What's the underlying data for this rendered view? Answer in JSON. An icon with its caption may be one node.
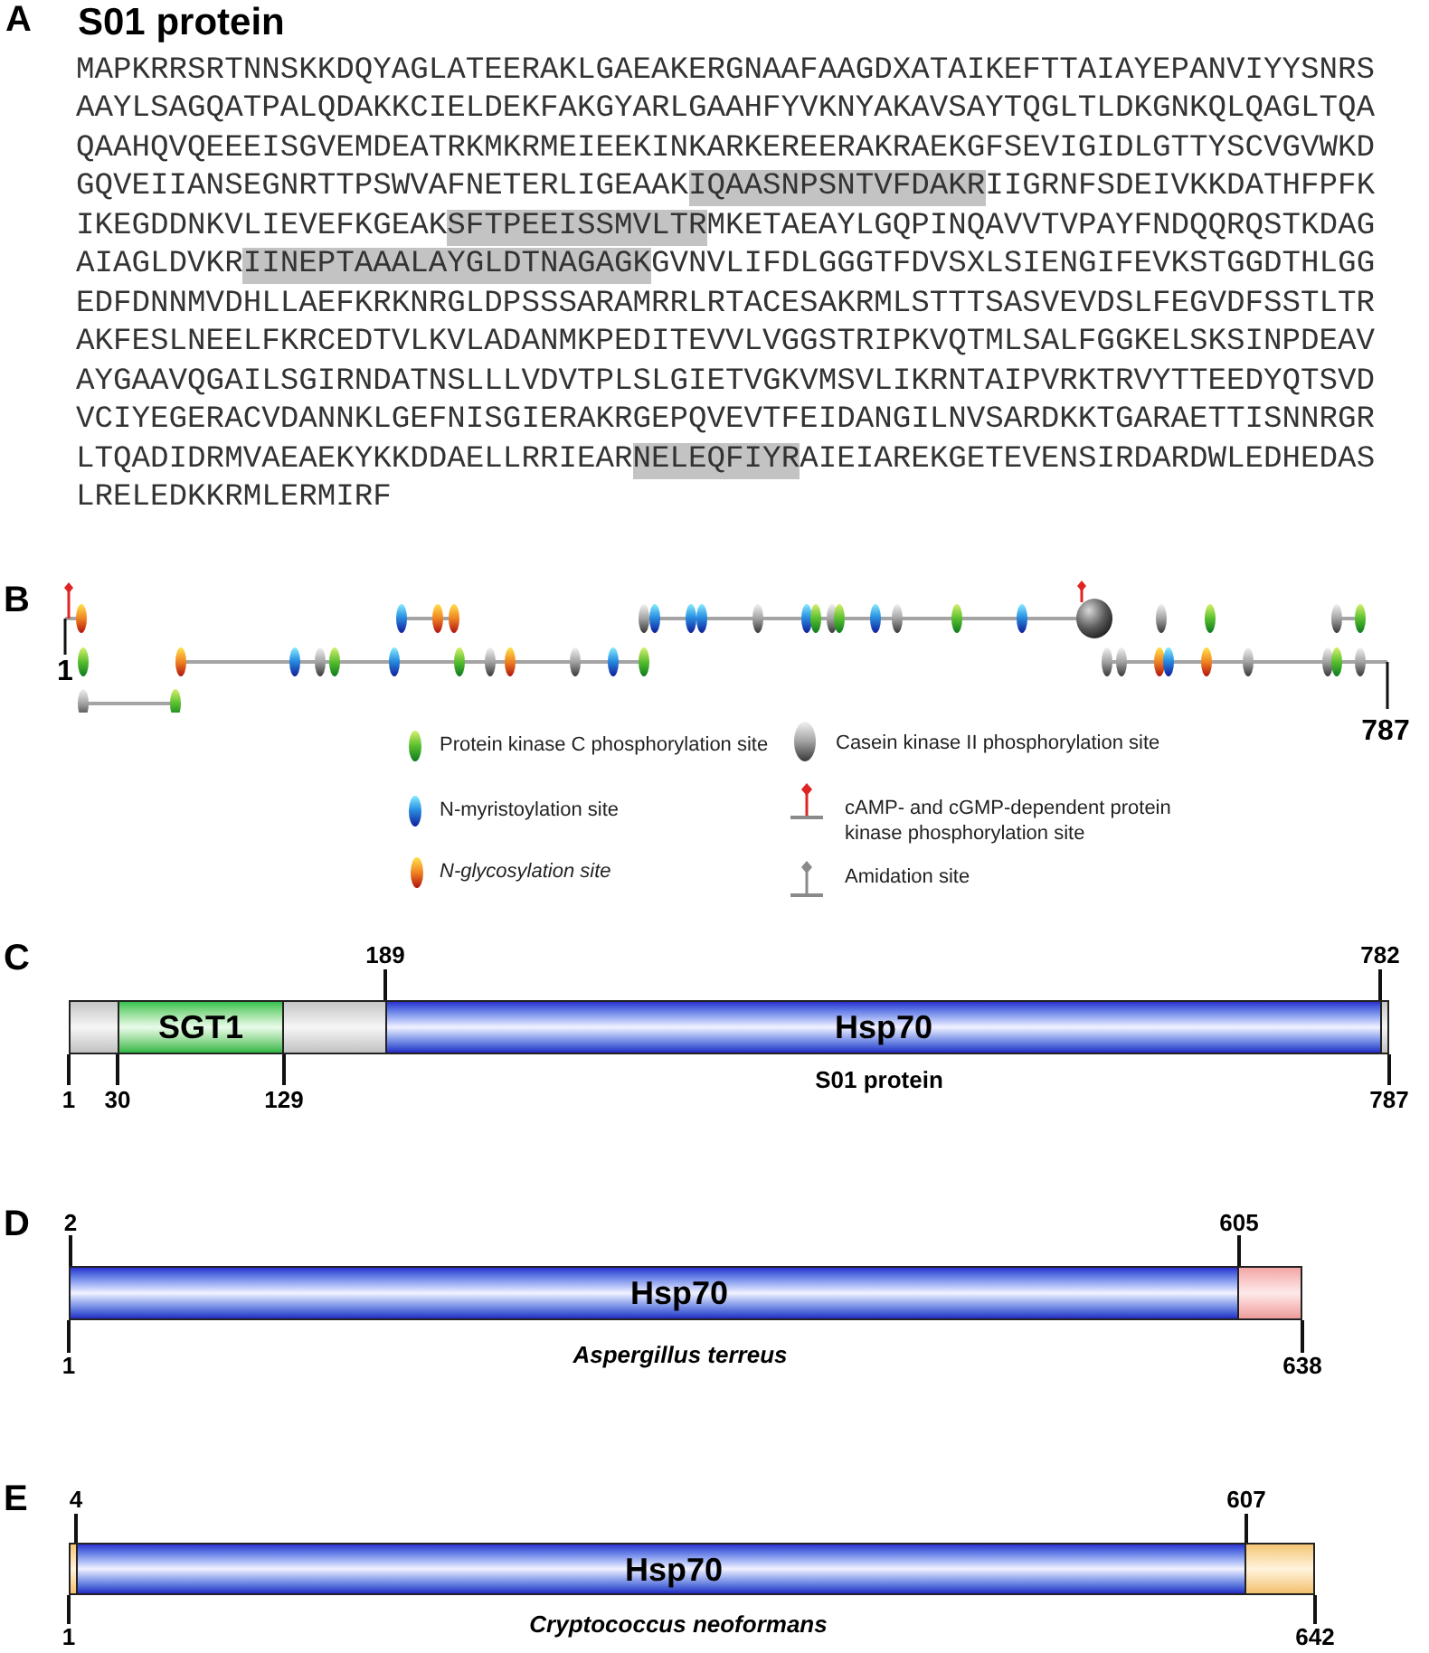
{
  "diagram": {
    "title": "S01 protein",
    "nodes": [
      {
        "text": [
          "IQAASNPSNTVFDAKR"
        ]
      },
      {
        "text": [
          "SFTPEEISSMVLTR"
        ]
      },
      {
        "text": [
          "IINEPTAAALAYGLDTNAGAGK"
        ]
      },
      {
        "text": [
          "NELEQFIYR"
        ]
      },
      {
        "text": [],
        "shape": "bar",
        "beside": [
          "S01 protein"
        ]
      },
      {
        "text": [
          "SGT1"
        ],
        "in": 4
      },
      {
        "text": [
          "Hsp70"
        ],
        "in": 4
      },
      {
        "text": [],
        "shape": "bar",
        "beside": [
          "Aspergillus terreus"
        ]
      },
      {
        "text": [
          "Hsp70"
        ],
        "in": 7
      },
      {
        "text": [],
        "shape": "bar",
        "beside": [
          "Cryptococcus neoformans"
        ]
      },
      {
        "text": [
          "Hsp70"
        ],
        "in": 9
      }
    ],
    "labels": [
      "A",
      "MAPKRRSRTNNSKKDQYAGLATEERAKLGAEAKERGNAAFAAGDXATAIKEFTTAIAYEPANVIYYSNRS",
      "AAYLSAGQATPALQDAKKCIELDEKFAKGYARLGAAHFYVKNYAKAVSAYTQGLTLDKGNKQLQAGLTQA",
      "QAAHQVQEEEISGVEMDEATRKMKRMEIEEKINKARKEREERAKRAEKGFSEVIGIDLGTTYSCVGVWKD",
      "GQVEIIANSEGNRTTPSWVAFNETERLIGEAAK",
      "IIGRNFSDEIVKKDATHFPFK",
      "IKEGDDNKVLIEVEFKGEAK",
      "MKETAEAYLGQPINQAVVTVPAYFNDQQRQSTKDAG",
      "AIAGLDVKR",
      "GVNVLIFDLGGGTFDVSXLSIENGIFEVKSTGGDTHLGG",
      "EDFDNNMVDHLLAEFKRKNRGLDPSSSARAMRRLRTACESAKRMLSTTTSASVEVDSLFEGVDFSSTLTR",
      "AKFESLNEELFKRCEDTVLKVLADANMKPEDITEVVLVGGSTRIPKVQTMLSALFGGKELSKSINPDEAV",
      "AYGAAVQGAILSGIRNDATNSLLLVDVTPLSLGIETVGKVMSVLIKRNTAIPVRKTRVYTTEEDYQTSVD",
      "VCIYEGERACVDANNKLGEFNISGIERAKRGEPQVEVTFEIDANGILNVSARDKKTGARAETTISNNRGR",
      "LTQADIDRMVAEAEKYKKDDAELLRRIEAR",
      "AIEIAREKGETEVENSIRDARDWLEDHEDAS",
      "LRELEDKKRMLERMIRF",
      "B",
      "1",
      "787",
      "C",
      "189",
      "782",
      "1",
      "30",
      "129",
      "787",
      "D",
      "2",
      "605",
      "1",
      "638",
      "E",
      "4",
      "607",
      "1",
      "642"
    ],
    "legend": [
      {
        "text": "Protein kinase C phosphorylation site"
      },
      {
        "text": "Casein kinase II phosphorylation site"
      },
      {
        "text": "N-myristoylation site"
      },
      {
        "text": "cAMP- and cGMP-dependent protein kinase phosphorylation site"
      },
      {
        "text": "N-glycosylation site"
      },
      {
        "text": "Amidation site"
      }
    ]
  }
}
